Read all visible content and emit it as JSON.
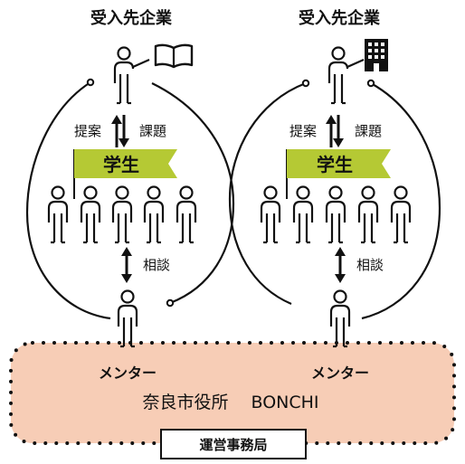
{
  "left_unit": {
    "company_label": "受入先企業",
    "proposal_label": "提案",
    "issue_label": "課題",
    "students_label": "学生",
    "consult_label": "相談",
    "mentor_label": "メンター",
    "company_icon": "book-icon"
  },
  "right_unit": {
    "company_label": "受入先企業",
    "proposal_label": "提案",
    "issue_label": "課題",
    "students_label": "学生",
    "consult_label": "相談",
    "mentor_label": "メンター",
    "company_icon": "building-icon"
  },
  "organizers": {
    "text": "奈良市役所　 BONCHI",
    "office_label": "運営事務局"
  },
  "colors": {
    "banner": "#b5c934",
    "panel": "#f7cdb6",
    "line": "#111111"
  }
}
